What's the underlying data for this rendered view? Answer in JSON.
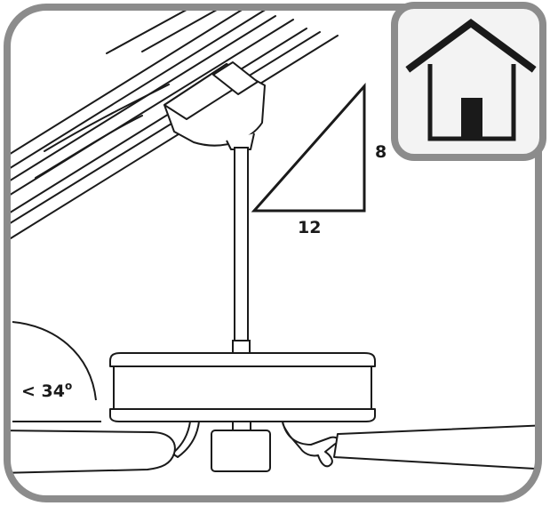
{
  "labels": {
    "rise": "8",
    "run": "12",
    "angle": "< 34",
    "angle_unit": "o"
  },
  "icons": {
    "badge": "home-icon"
  },
  "colors": {
    "frame": "#8c8c8c",
    "badge_fill": "#f3f3f3",
    "line": "#1a1a1a",
    "house": "#1a1a1a"
  }
}
